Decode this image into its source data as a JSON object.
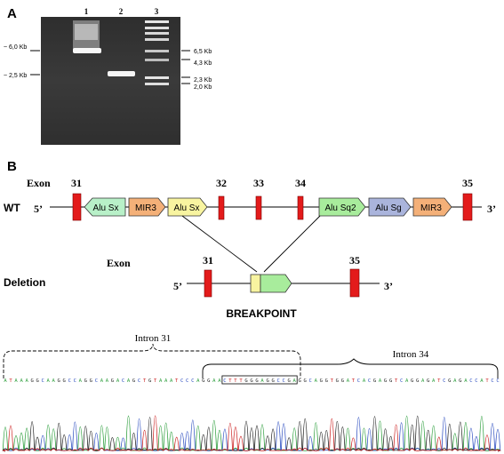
{
  "panel_a": {
    "letter": "A",
    "lanes": [
      "1",
      "2",
      "3"
    ],
    "left_markers": [
      "~ 6,0 Kb",
      "~ 2,5 Kb"
    ],
    "right_markers": [
      "6,5 Kb",
      "4,3 Kb",
      "2,3 Kb",
      "2,0 Kb"
    ]
  },
  "panel_b": {
    "letter": "B",
    "wt": {
      "exon_word": "Exon",
      "label": "WT",
      "five_prime": "5’",
      "three_prime": "3’",
      "exons": [
        "31",
        "32",
        "33",
        "34",
        "35"
      ],
      "elements": [
        {
          "label": "Alu Sx",
          "fill": "#b8f0c8",
          "dir": "left"
        },
        {
          "label": "MIR3",
          "fill": "#f4b078",
          "dir": "right"
        },
        {
          "label": "Alu Sx",
          "fill": "#f8f4a0",
          "dir": "right"
        },
        {
          "label": "Alu Sq2",
          "fill": "#a8ec9c",
          "dir": "right"
        },
        {
          "label": "Alu Sg",
          "fill": "#aab4dc",
          "dir": "right"
        },
        {
          "label": "MIR3",
          "fill": "#f4b078",
          "dir": "right"
        }
      ]
    },
    "deletion": {
      "exon_word": "Exon",
      "label": "Deletion",
      "five_prime": "5’",
      "three_prime": "3’",
      "exons": [
        "31",
        "35"
      ]
    },
    "breakpoint_label": "BREAKPOINT",
    "colors": {
      "exon": "#e31b1b",
      "line": "#000000"
    }
  },
  "chromatogram": {
    "intron_left": "Intron 31",
    "intron_right": "Intron 34",
    "sequence": "ATAAAGGCAAGGCCAGGCAAGACAGCTGTAAATCCCAGGAACTTTGGGAGGCCGAGGCAGGTGGATCACGAGGTCAGGAGATCGAGACCATCC",
    "boxed_start": 41,
    "boxed_length": 14,
    "base_colors": {
      "A": "#2a9d3a",
      "C": "#2d4ec0",
      "G": "#222222",
      "T": "#cc2222"
    }
  }
}
